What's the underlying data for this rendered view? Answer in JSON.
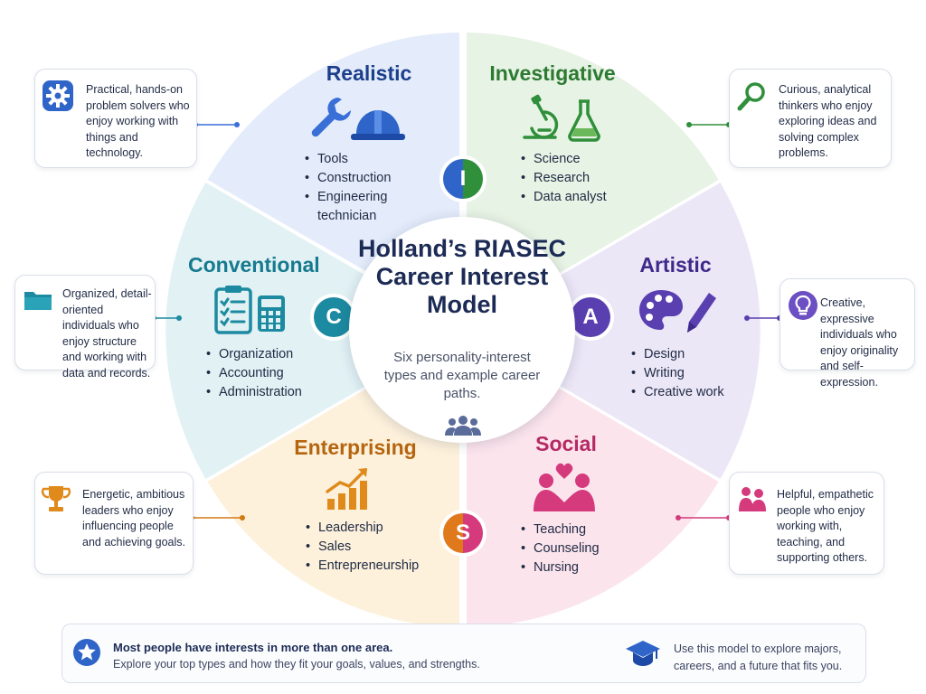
{
  "center": {
    "title": "Holland’s RIASEC Career Interest Model",
    "subtitle": "Six personality-interest types and example career paths."
  },
  "colors": {
    "realistic": "#3a6fd8",
    "investigative": "#2f8f3a",
    "artistic": "#5a3fb0",
    "social": "#d43a7c",
    "enterprising": "#d07a12",
    "conventional": "#1c8aa0"
  },
  "types": {
    "realistic": {
      "title": "Realistic",
      "items": [
        "Tools",
        "Construction",
        "Engineering technician"
      ],
      "icons": [
        "wrench-icon",
        "hard-hat-icon"
      ],
      "description": "Practical, hands-on problem solvers who enjoy working with things and technology."
    },
    "investigative": {
      "title": "Investigative",
      "badge": "I",
      "items": [
        "Science",
        "Research",
        "Data analyst"
      ],
      "icons": [
        "microscope-icon",
        "flask-icon"
      ],
      "description": "Curious, analytical thinkers who enjoy exploring ideas and solving complex problems."
    },
    "artistic": {
      "title": "Artistic",
      "badge": "A",
      "items": [
        "Design",
        "Writing",
        "Creative work"
      ],
      "icons": [
        "palette-icon",
        "pencil-icon"
      ],
      "description": "Creative, expressive individuals who enjoy originality and self-expression."
    },
    "social": {
      "title": "Social",
      "items": [
        "Teaching",
        "Counseling",
        "Nursing"
      ],
      "icons": [
        "people-heart-icon"
      ],
      "description": "Helpful, empathetic people who enjoy working with, teaching, and supporting others."
    },
    "enterprising": {
      "title": "Enterprising",
      "badge": "S",
      "items": [
        "Leadership",
        "Sales",
        "Entrepreneurship"
      ],
      "icons": [
        "growth-chart-icon"
      ],
      "description": "Energetic, ambitious leaders who enjoy influencing people and achieving goals."
    },
    "conventional": {
      "title": "Conventional",
      "badge": "C",
      "items": [
        "Organization",
        "Accounting",
        "Administration"
      ],
      "icons": [
        "clipboard-icon",
        "calculator-icon"
      ],
      "description": "Organized, detail-oriented individuals who enjoy structure and working with data and records."
    }
  },
  "footer": {
    "lead": "Most people have interests in more than one area.",
    "sub": "Explore your top types and how they fit your goals, values, and strengths.",
    "right": "Use this model to explore majors, careers, and a future that fits you."
  }
}
